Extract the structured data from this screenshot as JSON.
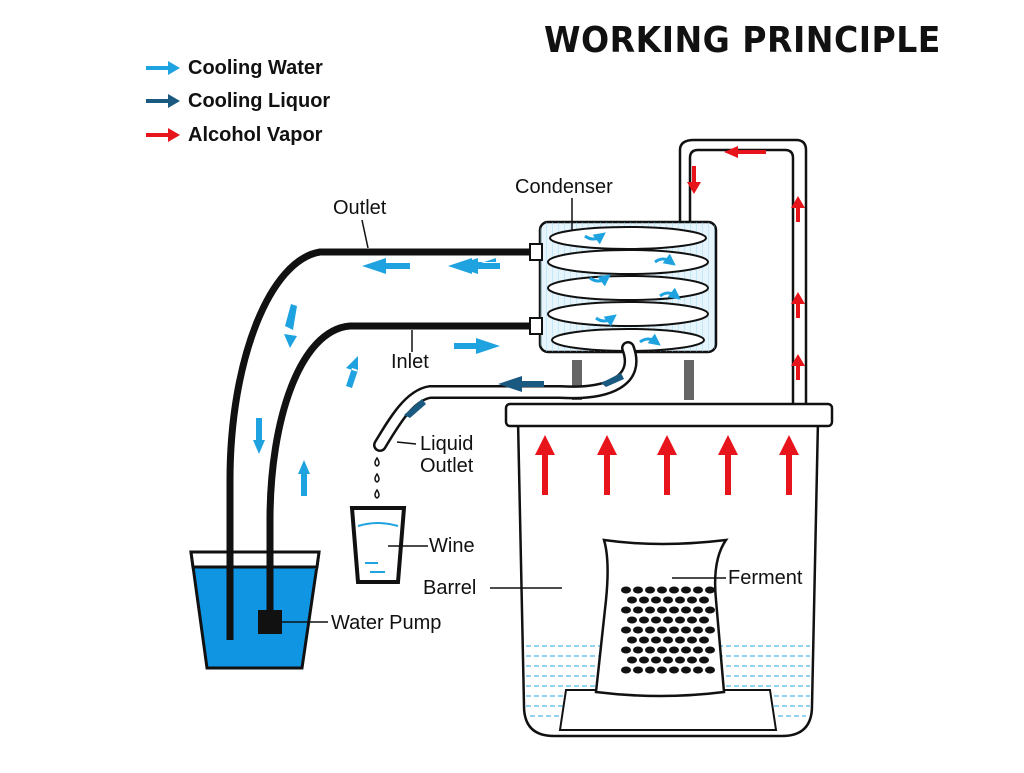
{
  "title": "WORKING PRINCIPLE",
  "legend": [
    {
      "label": "Cooling Water",
      "color": "#1fa3e0",
      "icon": "arrow-right-icon"
    },
    {
      "label": "Cooling Liquor",
      "color": "#1b5a80",
      "icon": "arrow-right-icon"
    },
    {
      "label": "Alcohol Vapor",
      "color": "#e8141b",
      "icon": "arrow-right-icon"
    }
  ],
  "labels": {
    "condenser": "Condenser",
    "outlet": "Outlet",
    "inlet": "Inlet",
    "liquid_outlet_1": "Liquid",
    "liquid_outlet_2": "Outlet",
    "wine": "Wine",
    "barrel": "Barrel",
    "ferment": "Ferment",
    "water_pump": "Water Pump"
  },
  "colors": {
    "water": "#0f95e2",
    "vapor": "#e8141b",
    "liquor": "#1b5a80",
    "pipe": "#111111"
  }
}
